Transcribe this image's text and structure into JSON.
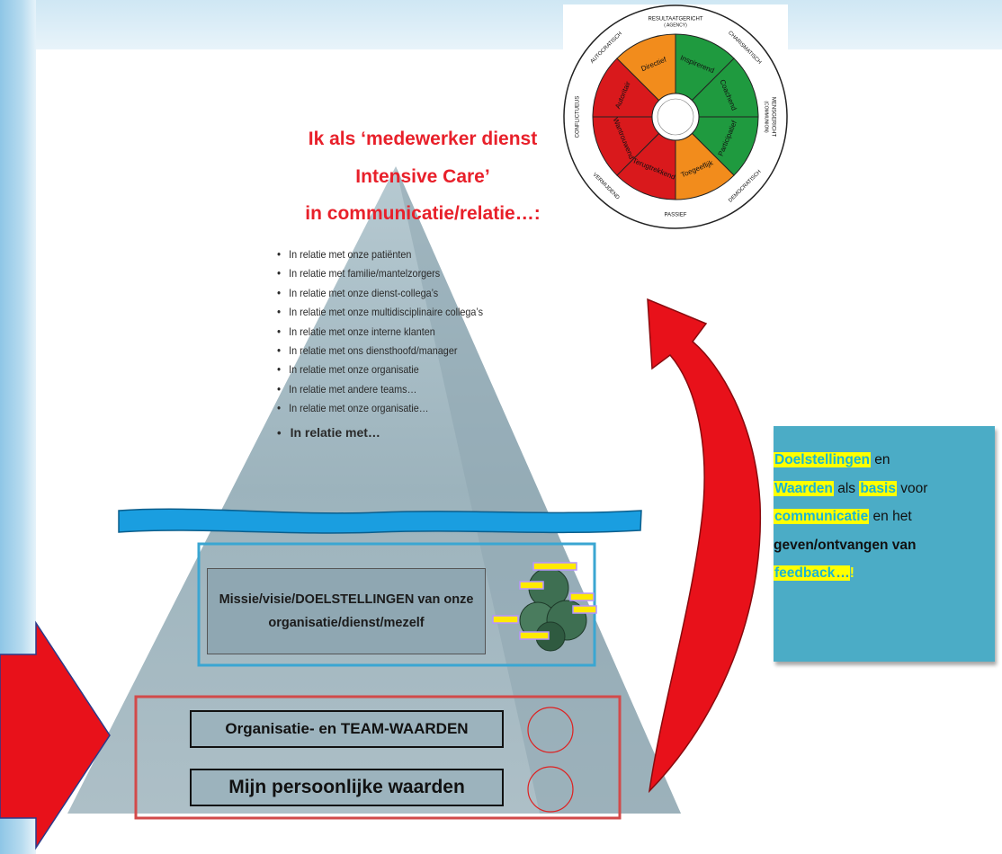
{
  "title_lines": [
    "Ik als ‘medewerker dienst",
    "Intensive Care’",
    "in communicatie/relatie…:"
  ],
  "relations": [
    "In relatie met onze patiënten",
    "In relatie met familie/mantelzorgers",
    "In relatie met onze dienst-collega’s",
    "In relatie met onze multidisciplinaire collega’s",
    "In relatie met onze interne klanten",
    "In relatie met ons diensthoofd/manager",
    "In relatie met onze organisatie",
    "In relatie met andere teams…",
    "In relatie met onze organisatie…",
    "In relatie met…"
  ],
  "missie_text": "Missie/visie/DOELSTELLINGEN van onze organisatie/dienst/mezelf",
  "team_waarden": "Organisatie- en TEAM-WAARDEN",
  "persoonlijke_waarden": "Mijn persoonlijke waarden",
  "note": {
    "doelstellingen": "Doelstellingen",
    "en1": " en",
    "waarden": "Waarden",
    "als": " als ",
    "basis": "basis",
    "voor": " voor",
    "communicatie": "communicatie",
    "en_het": " en het",
    "geven": "geven/ontvangen van",
    "feedback": "feedback",
    "dots": "…",
    "excl": "!"
  },
  "wheel": {
    "segments": [
      {
        "label": "Inspirerend",
        "color": "#1f9a3f"
      },
      {
        "label": "Coachend",
        "color": "#1f9a3f"
      },
      {
        "label": "Participatief",
        "color": "#1f9a3f"
      },
      {
        "label": "Toegeeflijk",
        "color": "#f28c1c"
      },
      {
        "label": "Terugtrekkend",
        "color": "#d9191c"
      },
      {
        "label": "Wantrouwend",
        "color": "#d9191c"
      },
      {
        "label": "Autoritair",
        "color": "#d9191c"
      },
      {
        "label": "Directief",
        "color": "#f28c1c"
      }
    ],
    "outer_labels": {
      "top": "RESULTAATGERICHT",
      "top2": "( AGENCY)",
      "tr": "CHARISMATISCH",
      "right": "MENSGERICHT",
      "right2": "(COMMUNION)",
      "br": "DEMOCRATISCH",
      "bottom": "PASSIEF",
      "bl": "VERMIJDEND",
      "left": "CONFLICTUEUS",
      "tl": "AUTOCRATISCH"
    }
  },
  "colors": {
    "title": "#e8202a",
    "arrow": "#e8111a",
    "pyramid_top": "#9fb7c1",
    "pyramid_bottom": "#8aa2ad",
    "note_bg": "#4bacc6",
    "highlight": "#ffff00"
  }
}
